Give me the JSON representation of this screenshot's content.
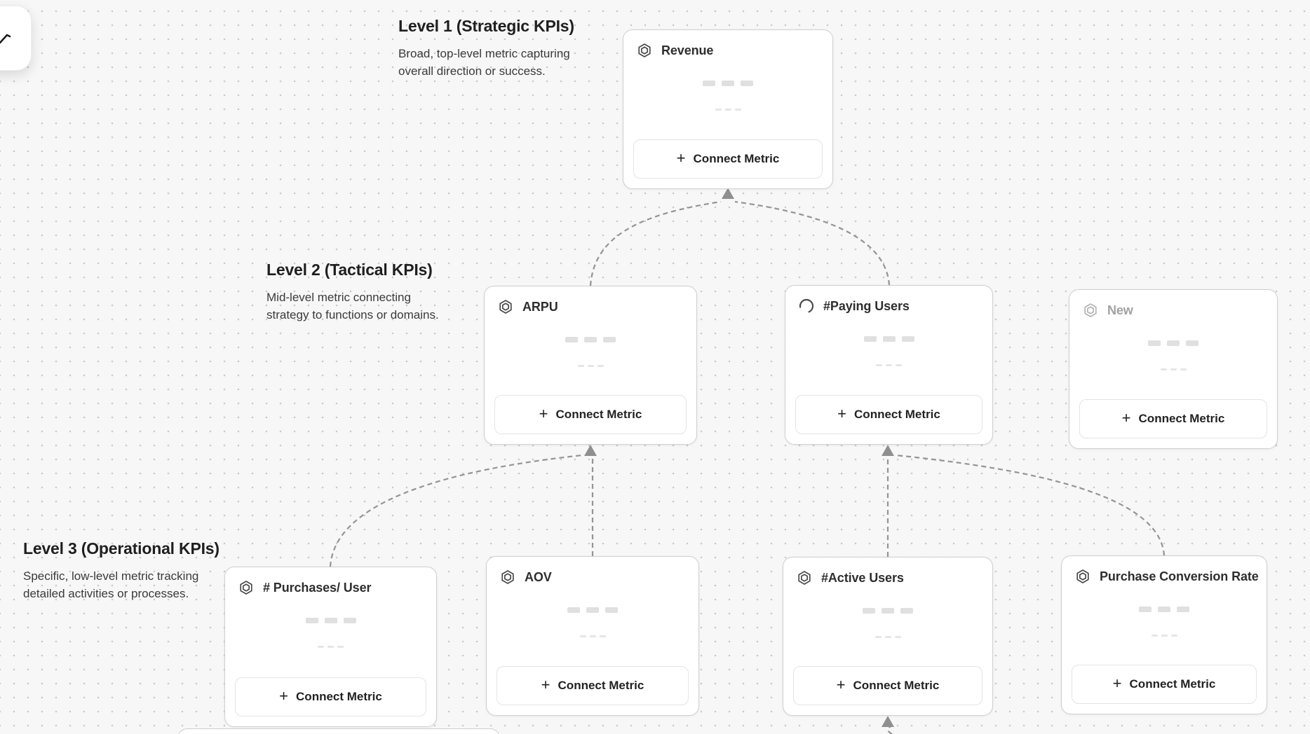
{
  "canvas": {
    "background": "#f7f7f7",
    "dot_color": "#c9c9c9",
    "card_border": "#cfcfcf",
    "connector_color": "#949494"
  },
  "sections": {
    "level1": {
      "title": "Level 1 (Strategic KPIs)",
      "description": "Broad, top-level metric capturing\noverall direction or success."
    },
    "level2": {
      "title": "Level 2 (Tactical KPIs)",
      "description": "Mid-level metric connecting\nstrategy to functions or domains."
    },
    "level3": {
      "title": "Level 3 (Operational KPIs)",
      "description": "Specific, low-level metric tracking\ndetailed activities or processes."
    }
  },
  "connect": {
    "plus": "+",
    "label": "Connect Metric"
  },
  "cards": [
    {
      "id": "revenue",
      "title": "Revenue",
      "icon": "hexagon-icon",
      "level": 1,
      "state": "default"
    },
    {
      "id": "arpu",
      "title": "ARPU",
      "icon": "hexagon-icon",
      "level": 2,
      "state": "default"
    },
    {
      "id": "paying-users",
      "title": "#Paying Users",
      "icon": "spinner-icon",
      "level": 2,
      "state": "loading"
    },
    {
      "id": "new",
      "title": "New",
      "icon": "hexagon-icon",
      "level": 2,
      "state": "draft"
    },
    {
      "id": "purchases-per-user",
      "title": "# Purchases/ User",
      "icon": "hexagon-icon",
      "level": 3,
      "state": "default"
    },
    {
      "id": "aov",
      "title": "AOV",
      "icon": "hexagon-icon",
      "level": 3,
      "state": "default"
    },
    {
      "id": "active-users",
      "title": "#Active Users",
      "icon": "hexagon-icon",
      "level": 3,
      "state": "default"
    },
    {
      "id": "purchase-conversion-rate",
      "title": "Purchase Conversion Rate",
      "icon": "hexagon-icon",
      "level": 3,
      "state": "default"
    }
  ]
}
